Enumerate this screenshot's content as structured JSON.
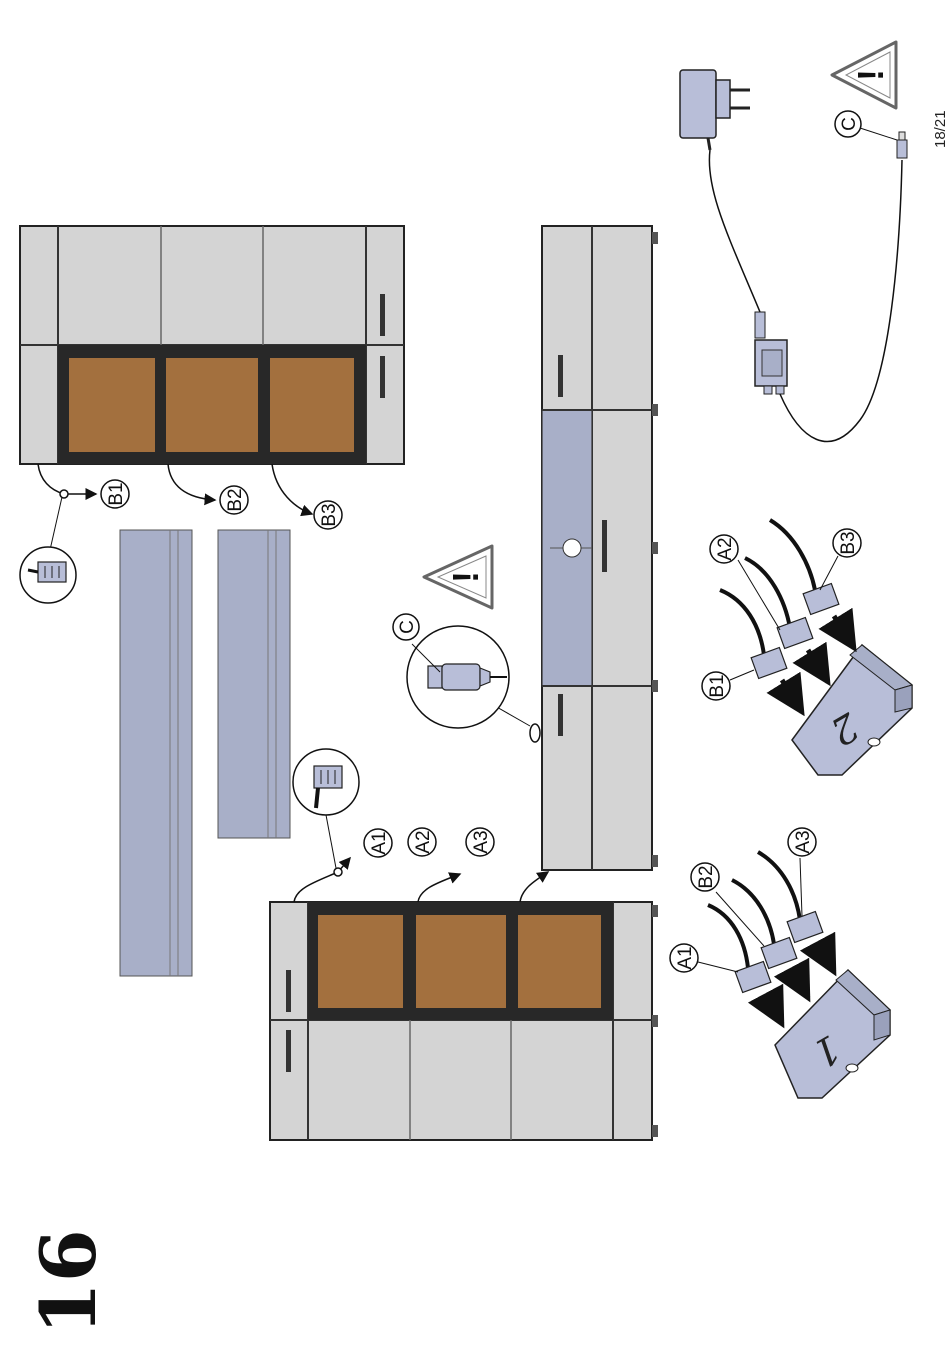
{
  "step_number": "16",
  "page_indicator": "18/21",
  "labels": {
    "a1": "A1",
    "a2": "A2",
    "a3": "A3",
    "b1": "B1",
    "b2": "B2",
    "b3": "B3",
    "c": "C"
  },
  "warning_symbol": "!",
  "box_numbers": {
    "box1": "1",
    "box2": "2"
  },
  "colors": {
    "wood": "#a3703e",
    "frame": "#282828",
    "cabinet": "#d4d4d4",
    "panel": "#a8afc8",
    "box": "#b8bed8"
  },
  "icons": [
    "warning-triangle-icon",
    "power-adapter-icon",
    "usb-plug-icon",
    "connector-plug-icon"
  ]
}
